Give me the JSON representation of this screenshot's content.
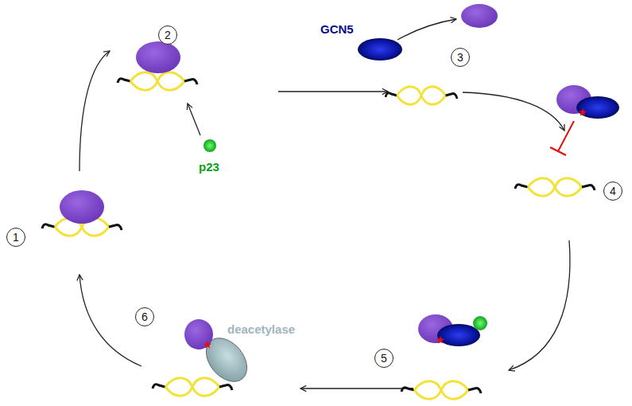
{
  "diagram": {
    "nodes": [
      {
        "text": [
          "1"
        ]
      },
      {
        "text": [
          "2"
        ]
      },
      {
        "text": [
          "3"
        ]
      },
      {
        "text": [
          "4"
        ]
      },
      {
        "text": [
          "5"
        ]
      },
      {
        "text": [
          "6"
        ]
      }
    ],
    "labels": [
      "p23",
      "GCN5",
      "deacetylase"
    ]
  }
}
